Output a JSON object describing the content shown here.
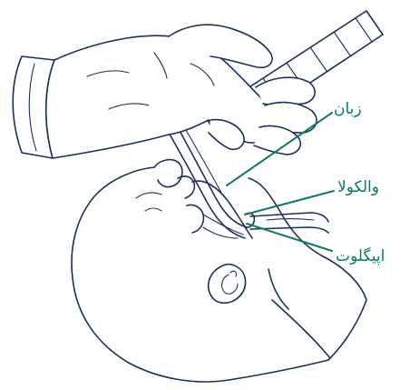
{
  "labels": {
    "tongue": "زبان",
    "vallecula": "والکولا",
    "epiglottis": "اپیگلوت"
  },
  "colors": {
    "ink": "#1e2f5c",
    "label": "#0f7a5c",
    "background": "#ffffff"
  }
}
